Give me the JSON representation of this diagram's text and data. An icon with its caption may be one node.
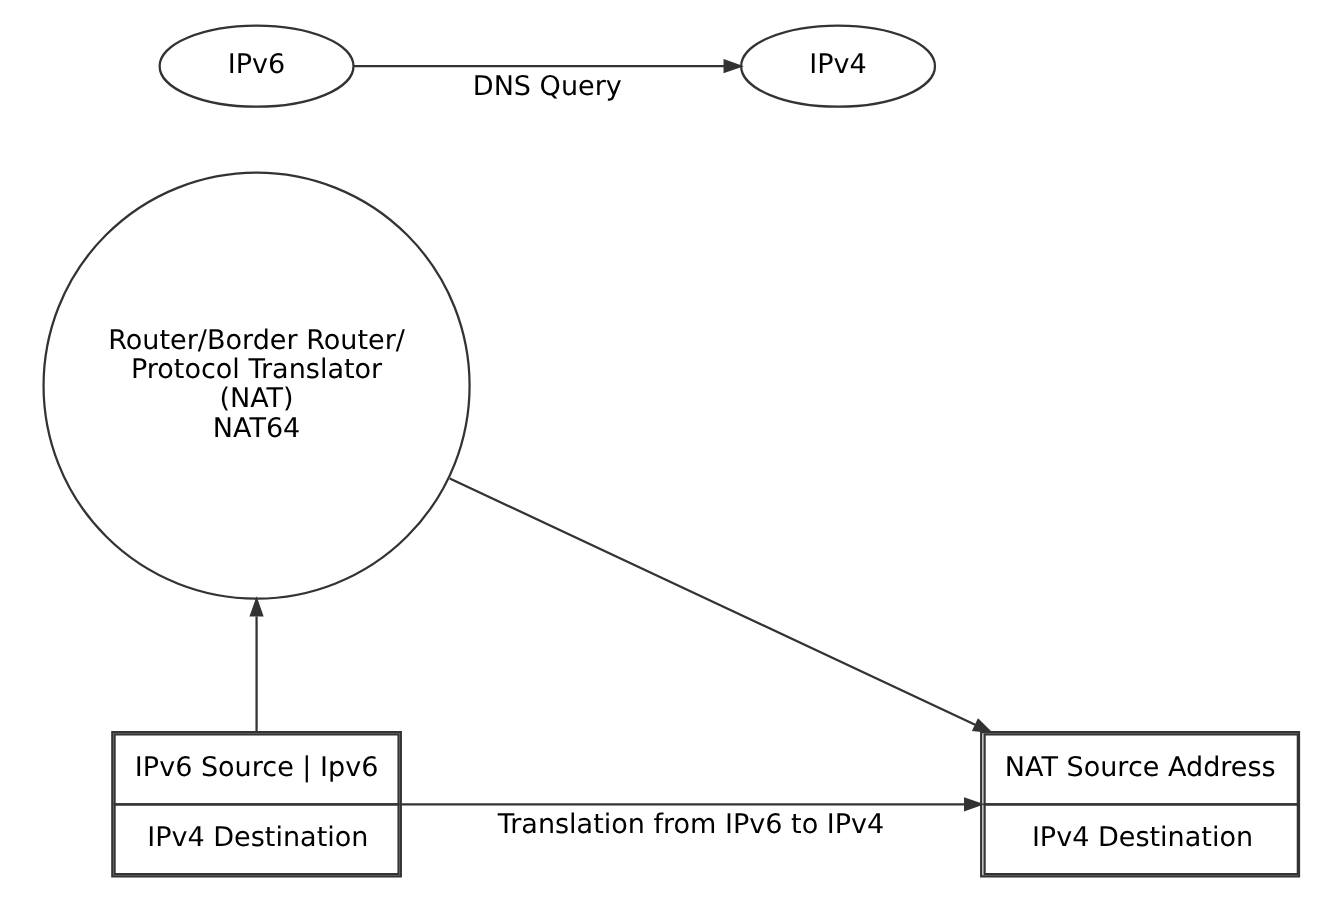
{
  "diagram": {
    "nodes": [
      {
        "text": [
          "IPv6"
        ]
      },
      {
        "text": [
          "IPv4"
        ]
      },
      {
        "text": [
          "Router/Border Router/ Protocol Translator (NAT)",
          "NAT64"
        ]
      },
      {
        "text": [
          "IPv6 Source | Ipv6",
          "IPv4 Destination"
        ]
      },
      {
        "text": [
          "NAT Source Address",
          "IPv4 Destination"
        ]
      }
    ],
    "edges": [
      {
        "from": 0,
        "to": 1,
        "arrow": "to",
        "label": "DNS Query"
      },
      {
        "from": 3,
        "to": 2,
        "arrow": "to"
      },
      {
        "from": 2,
        "to": 4,
        "arrow": "to"
      },
      {
        "from": 3,
        "to": 4,
        "arrow": "to",
        "label": "Translation from IPv6 to IPv4"
      }
    ]
  }
}
